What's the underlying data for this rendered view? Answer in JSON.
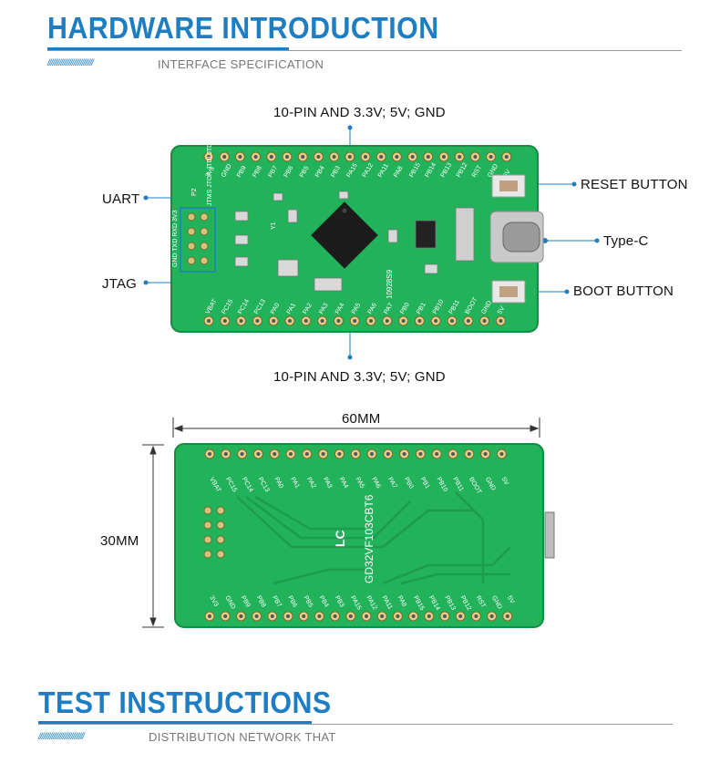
{
  "section1": {
    "title": "HARDWARE INTRODUCTION",
    "hatch": "////////////////////////////",
    "subtitle": "INTERFACE SPECIFICATION"
  },
  "front_labels": {
    "top": "10-PIN AND 3.3V; 5V; GND",
    "bottom": "10-PIN AND 3.3V; 5V; GND",
    "uart": "UART",
    "jtag": "JTAG",
    "reset": "RESET BUTTON",
    "typec": "Type-C",
    "boot": "BOOT BUTTON"
  },
  "back_labels": {
    "width": "60MM",
    "height": "30MM"
  },
  "board": {
    "chip_marking": "GD32VF103CBT6",
    "top_pins": [
      "3V3",
      "GND",
      "PB9",
      "PB8",
      "PB7",
      "PB6",
      "PB5",
      "PB4",
      "PB3",
      "PA15",
      "PA12",
      "PA11",
      "PA8",
      "PB15",
      "PB14",
      "PB13",
      "PB12",
      "RST",
      "GND",
      "5V"
    ],
    "bottom_pins": [
      "VBAT",
      "PC15",
      "PC14",
      "PC13",
      "PA0",
      "PA1",
      "PA2",
      "PA3",
      "PA4",
      "PA5",
      "PA6",
      "PA7",
      "PB0",
      "PB1",
      "PB10",
      "PB11",
      "BOOT",
      "GND",
      "5V"
    ],
    "jtag_pins": "JTMS JTCK JTDI JTDO",
    "uart_pins": "GND TXD RXD 3V3",
    "pcb_green": "#22b25a"
  },
  "section2": {
    "title": "TEST INSTRUCTIONS",
    "hatch": "////////////////////////////",
    "subtitle": "DISTRIBUTION NETWORK THAT"
  }
}
